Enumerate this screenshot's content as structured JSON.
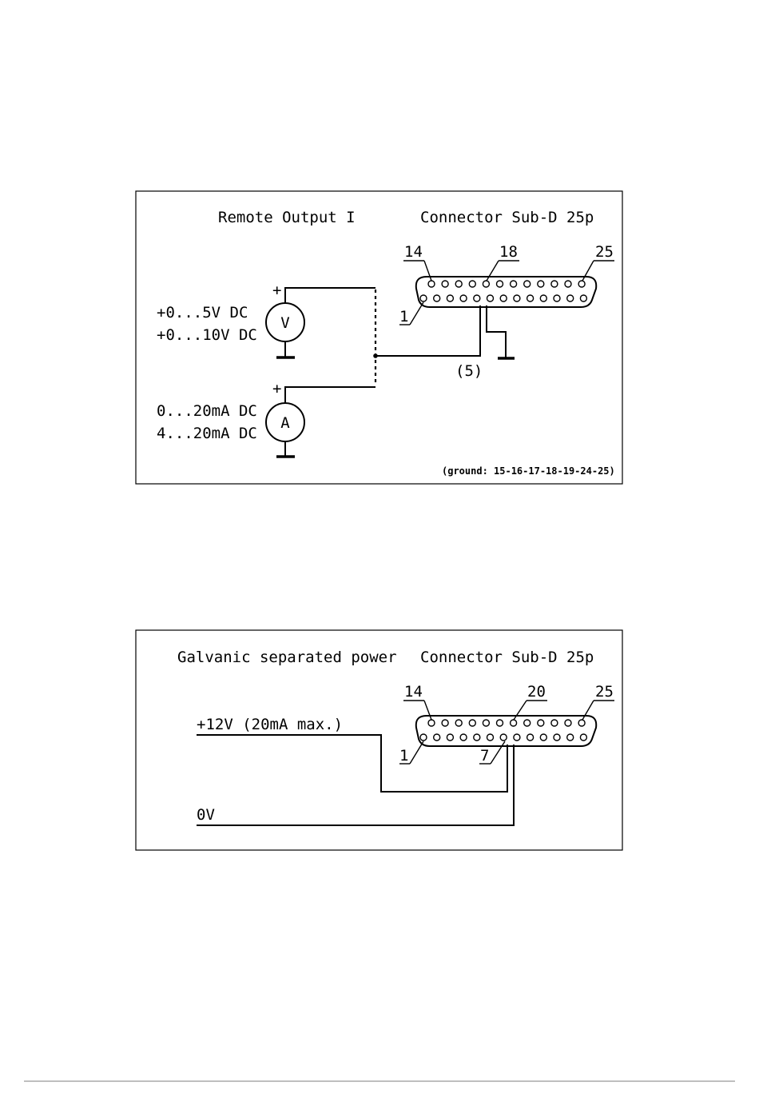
{
  "diagram1": {
    "title": "Remote Output I",
    "connector_title": "Connector Sub-D 25p",
    "pin_labels": {
      "p14": "14",
      "p18": "18",
      "p25": "25",
      "p1": "1"
    },
    "voltage_ranges": [
      "+0...5V DC",
      "+0...10V DC"
    ],
    "current_ranges": [
      "0...20mA DC",
      "4...20mA DC"
    ],
    "voltmeter_symbol": "V",
    "ammeter_symbol": "A",
    "plus_sign": "+",
    "pin_note": "(5)",
    "ground_note": "(ground: 15-16-17-18-19-24-25)"
  },
  "diagram2": {
    "title": "Galvanic separated power",
    "connector_title": "Connector Sub-D 25p",
    "pin_labels": {
      "p14": "14",
      "p20": "20",
      "p25": "25",
      "p1": "1",
      "p7": "7"
    },
    "supply_label": "+12V (20mA max.)",
    "zero_label": "0V"
  }
}
